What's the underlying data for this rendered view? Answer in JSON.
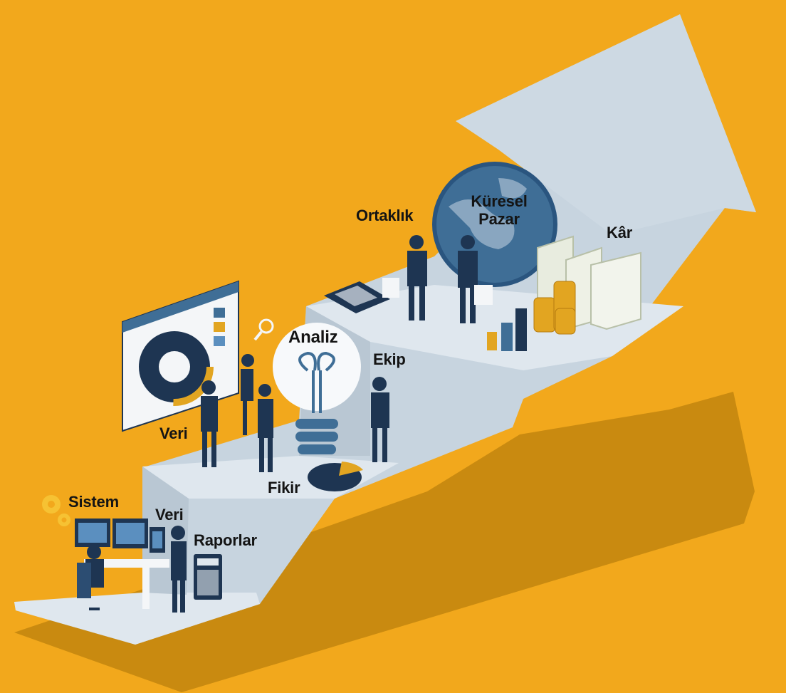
{
  "labels": {
    "sistem": "Sistem",
    "veri_bottom": "Veri",
    "raporlar": "Raporlar",
    "veri_middle": "Veri",
    "fikir": "Fikir",
    "analiz": "Analiz",
    "ekip": "Ekip",
    "ortaklik": "Ortaklık",
    "kuresel": "Küresel",
    "pazar": "Pazar",
    "kar": "Kâr"
  },
  "colors": {
    "background": "#f2a81c",
    "arrow_shadow": "#c98a10",
    "stair_top": "#dfe7ee",
    "stair_side": "#c3d0db",
    "arrow_body": "#c7d4df",
    "navy": "#1e3552",
    "steel": "#3f6e96",
    "money": "#e8ecdf",
    "gold": "#e2a521"
  },
  "icons": [
    "gear-icon",
    "monitor-icon",
    "calculator-icon",
    "dashboard-icon",
    "magnifier-icon",
    "lightbulb-icon",
    "pie-chart-icon",
    "globe-icon",
    "money-stack-icon",
    "coin-stack-icon",
    "bar-chart-icon"
  ]
}
